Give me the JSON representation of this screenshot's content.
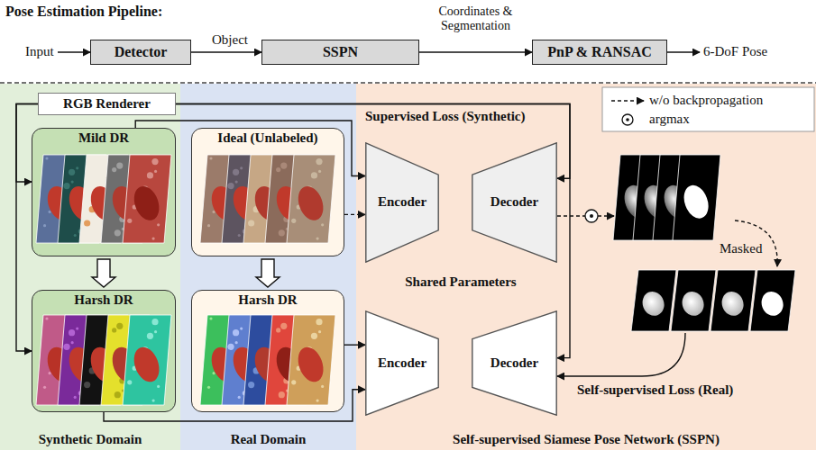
{
  "diagram": {
    "title": "Pose Estimation Pipeline:",
    "nodes": [
      {
        "text": [
          "Detector"
        ]
      },
      {
        "text": [
          "SSPN"
        ]
      },
      {
        "text": [
          "PnP & RANSAC"
        ]
      },
      {
        "text": [
          "Synthetic Domain"
        ]
      },
      {
        "text": [
          "RGB Renderer"
        ],
        "in": 3
      },
      {
        "text": [
          "Mild DR"
        ],
        "in": 3
      },
      {
        "text": [
          "Harsh DR"
        ],
        "in": 3
      },
      {
        "text": [
          "Real Domain"
        ]
      },
      {
        "text": [
          "Ideal (Unlabeled)"
        ],
        "in": 7
      },
      {
        "text": [
          "Harsh DR"
        ],
        "in": 7
      },
      {
        "text": [
          "Self-supervised Siamese Pose Network (SSPN)"
        ]
      },
      {
        "text": [
          "Encoder"
        ],
        "in": 10
      },
      {
        "text": [
          "Decoder"
        ],
        "in": 10
      },
      {
        "text": [
          "Encoder"
        ],
        "in": 10
      },
      {
        "text": [
          "Decoder"
        ],
        "in": 10
      }
    ],
    "edges": [
      {
        "from": 0,
        "to": 1,
        "label": "Object",
        "arrow": "to"
      },
      {
        "from": 1,
        "to": 2,
        "label": "Coordinates & Segmentation",
        "arrow": "to"
      },
      {
        "from": 4,
        "to": 5,
        "arrow": "to"
      },
      {
        "from": 4,
        "to": 6,
        "arrow": "to"
      },
      {
        "from": 4,
        "to": 12,
        "label": "Supervised Loss (Synthetic)",
        "arrow": "to"
      },
      {
        "from": 4,
        "to": 14,
        "arrow": "to"
      },
      {
        "from": 5,
        "to": 11,
        "arrow": "to"
      },
      {
        "from": 5,
        "to": 6,
        "arrow": "to"
      },
      {
        "from": 8,
        "to": 11,
        "arrow": "to"
      },
      {
        "from": 8,
        "to": 9,
        "arrow": "to"
      },
      {
        "from": 6,
        "to": 13,
        "arrow": "to"
      },
      {
        "from": 9,
        "to": 13,
        "arrow": "to"
      }
    ],
    "labels": [
      "Input",
      "6-DoF Pose",
      "Shared Parameters",
      "Masked",
      "Self-supervised Loss (Real)"
    ],
    "legend": [
      {
        "text": "w/o backpropagation"
      },
      {
        "text": "argmax"
      }
    ]
  }
}
